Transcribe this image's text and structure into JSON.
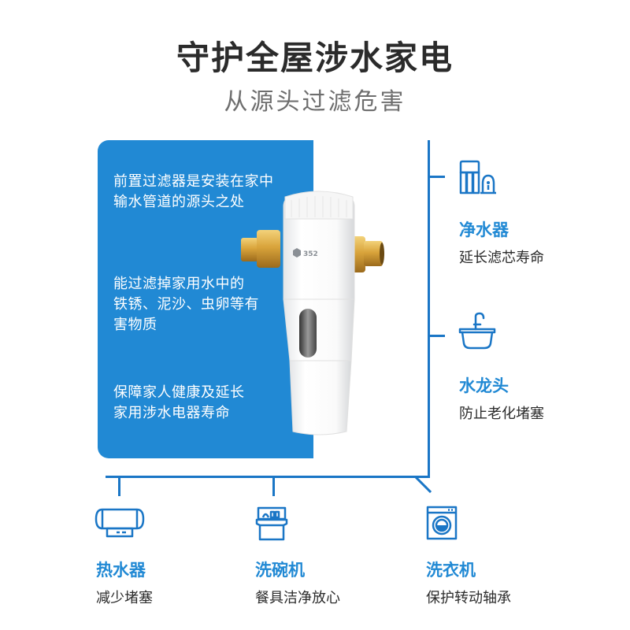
{
  "header": {
    "title": "守护全屋涉水家电",
    "subtitle": "从源头过滤危害"
  },
  "panel": {
    "color": "#2189d4",
    "paragraphs": [
      {
        "line1": "前置过滤器是安装在家中",
        "line2": "输水管道的源头之处"
      },
      {
        "line1": "能过滤掉家用水中的",
        "line2": "铁锈、泥沙、虫卵等有",
        "line3": "害物质"
      },
      {
        "line1": "保障家人健康及延长",
        "line2": "家用涉水电器寿命"
      }
    ]
  },
  "product": {
    "brand_logo": "352",
    "icon": "pre-filter-product-image"
  },
  "features": [
    {
      "icon": "water-purifier-icon",
      "title": "净水器",
      "desc": "延长滤芯寿命"
    },
    {
      "icon": "faucet-icon",
      "title": "水龙头",
      "desc": "防止老化堵塞"
    },
    {
      "icon": "water-heater-icon",
      "title": "热水器",
      "desc": "减少堵塞"
    },
    {
      "icon": "dishwasher-icon",
      "title": "洗碗机",
      "desc": "餐具洁净放心"
    },
    {
      "icon": "washing-machine-icon",
      "title": "洗衣机",
      "desc": "保护转动轴承"
    }
  ],
  "colors": {
    "accent": "#2189d4",
    "line": "#1a76c6",
    "title": "#2b2b2b",
    "subtitle": "#6e6e6e"
  }
}
